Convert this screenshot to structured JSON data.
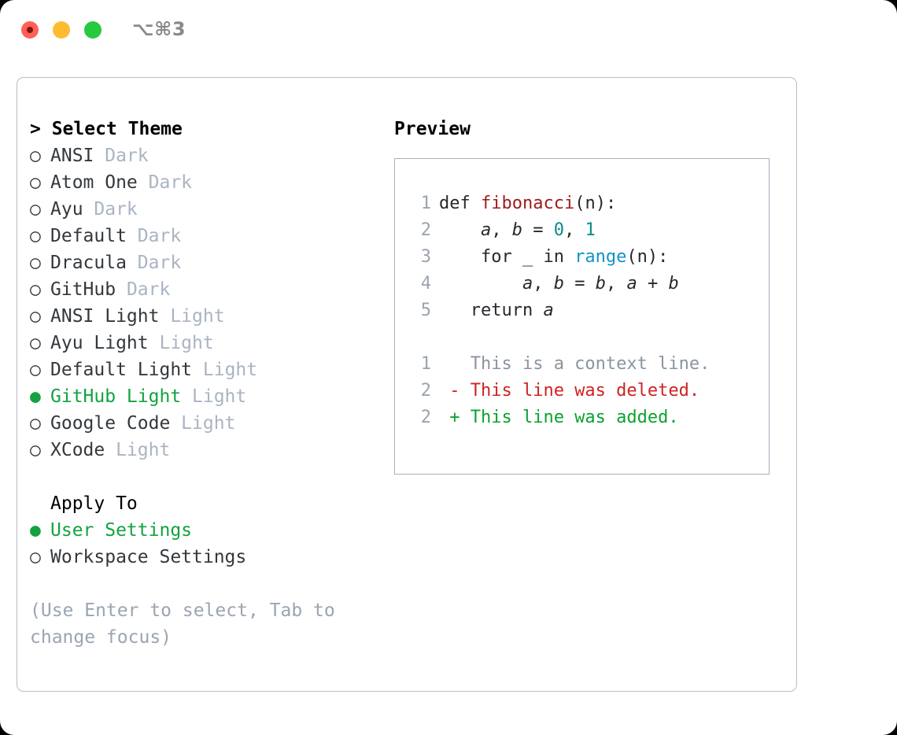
{
  "window": {
    "shortcut_label": "⌥⌘3",
    "traffic_lights": [
      "close",
      "minimize",
      "maximize"
    ]
  },
  "theme_picker": {
    "title": "Select Theme",
    "caret": "> ",
    "marker_unselected": "○",
    "marker_selected": "●",
    "selected_index": 9,
    "accent_color": "#12a33f",
    "items": [
      {
        "name": "ANSI",
        "tag": "Dark",
        "selected": false
      },
      {
        "name": "Atom One",
        "tag": "Dark",
        "selected": false
      },
      {
        "name": "Ayu",
        "tag": "Dark",
        "selected": false
      },
      {
        "name": "Default",
        "tag": "Dark",
        "selected": false
      },
      {
        "name": "Dracula",
        "tag": "Dark",
        "selected": false
      },
      {
        "name": "GitHub",
        "tag": "Dark",
        "selected": false
      },
      {
        "name": "ANSI Light",
        "tag": "Light",
        "selected": false
      },
      {
        "name": "Ayu Light",
        "tag": "Light",
        "selected": false
      },
      {
        "name": "Default Light",
        "tag": "Light",
        "selected": false
      },
      {
        "name": "GitHub Light",
        "tag": "Light",
        "selected": true
      },
      {
        "name": "Google Code",
        "tag": "Light",
        "selected": false
      },
      {
        "name": "XCode",
        "tag": "Light",
        "selected": false
      }
    ]
  },
  "apply_to": {
    "title": "Apply To",
    "items": [
      {
        "name": "User Settings",
        "selected": true
      },
      {
        "name": "Workspace Settings",
        "selected": false
      }
    ]
  },
  "hint": "(Use Enter to select, Tab to change focus)",
  "preview": {
    "title": "Preview",
    "code_lines": [
      {
        "number": "1",
        "tokens": [
          {
            "text": "def ",
            "kind": "plain"
          },
          {
            "text": "fibonacci",
            "kind": "fn"
          },
          {
            "text": "(n):",
            "kind": "plain"
          }
        ]
      },
      {
        "number": "2",
        "tokens": [
          {
            "text": "    ",
            "kind": "plain"
          },
          {
            "text": "a",
            "kind": "var"
          },
          {
            "text": ", ",
            "kind": "plain"
          },
          {
            "text": "b",
            "kind": "var"
          },
          {
            "text": " = ",
            "kind": "plain"
          },
          {
            "text": "0",
            "kind": "num"
          },
          {
            "text": ", ",
            "kind": "plain"
          },
          {
            "text": "1",
            "kind": "num"
          }
        ]
      },
      {
        "number": "3",
        "tokens": [
          {
            "text": "    for _ in ",
            "kind": "plain"
          },
          {
            "text": "range",
            "kind": "call"
          },
          {
            "text": "(n):",
            "kind": "plain"
          }
        ]
      },
      {
        "number": "4",
        "tokens": [
          {
            "text": "        ",
            "kind": "plain"
          },
          {
            "text": "a",
            "kind": "var"
          },
          {
            "text": ", ",
            "kind": "plain"
          },
          {
            "text": "b",
            "kind": "var"
          },
          {
            "text": " = ",
            "kind": "plain"
          },
          {
            "text": "b",
            "kind": "var"
          },
          {
            "text": ", ",
            "kind": "plain"
          },
          {
            "text": "a",
            "kind": "var"
          },
          {
            "text": " + ",
            "kind": "plain"
          },
          {
            "text": "b",
            "kind": "var"
          }
        ]
      },
      {
        "number": "5",
        "tokens": [
          {
            "text": "   return ",
            "kind": "plain"
          },
          {
            "text": "a",
            "kind": "var"
          }
        ]
      }
    ],
    "diff_lines": [
      {
        "number": "1",
        "sign": " ",
        "text": " This is a context line.",
        "kind": "context"
      },
      {
        "number": "2",
        "sign": "-",
        "text": " This line was deleted.",
        "kind": "deleted"
      },
      {
        "number": "2",
        "sign": "+",
        "text": " This line was added.",
        "kind": "added"
      }
    ]
  }
}
